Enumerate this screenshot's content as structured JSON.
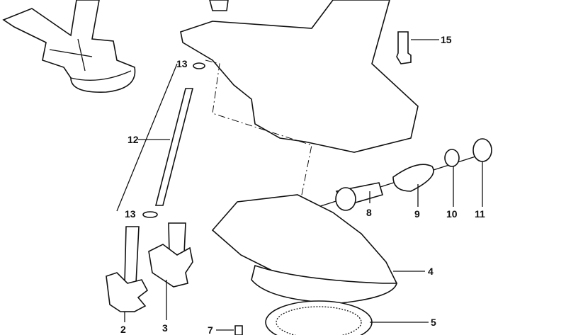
{
  "diagram": {
    "callouts": [
      {
        "id": "15",
        "label": "15"
      },
      {
        "id": "13a",
        "label": "13"
      },
      {
        "id": "12",
        "label": "12"
      },
      {
        "id": "13b",
        "label": "13"
      },
      {
        "id": "2",
        "label": "2"
      },
      {
        "id": "3",
        "label": "3"
      },
      {
        "id": "7",
        "label": "7"
      },
      {
        "id": "8",
        "label": "8"
      },
      {
        "id": "9",
        "label": "9"
      },
      {
        "id": "10",
        "label": "10"
      },
      {
        "id": "11",
        "label": "11"
      },
      {
        "id": "4",
        "label": "4"
      },
      {
        "id": "5",
        "label": "5"
      }
    ]
  }
}
